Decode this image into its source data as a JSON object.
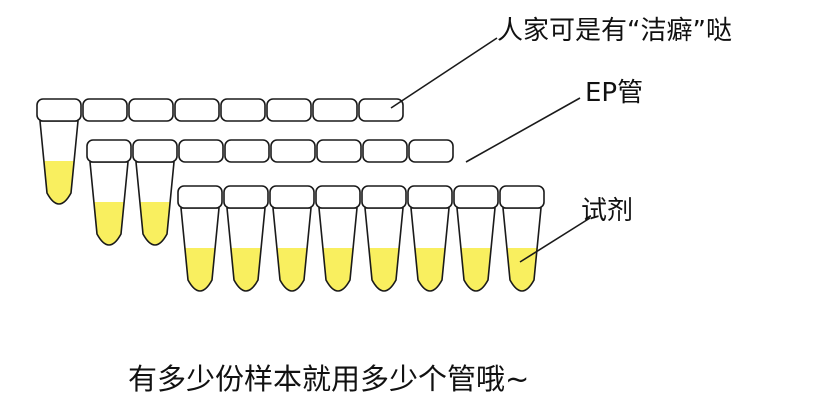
{
  "labels": {
    "clean_note": "人家可是有“洁癖”哒",
    "ep_tube": "EP管",
    "reagent": "试剂",
    "caption": "有多少份样本就用多少个管哦~"
  },
  "colors": {
    "reagent_fill": "#f9ef5f",
    "outline": "#1a1a1a",
    "background": "#ffffff"
  },
  "diagram": {
    "row1_tube_count": 8,
    "row1_tubes_with_reagent": 1,
    "row2_tube_count": 8,
    "row2_tubes_with_reagent": 2,
    "row3_tube_count": 8,
    "row3_tubes_with_reagent": 8
  }
}
